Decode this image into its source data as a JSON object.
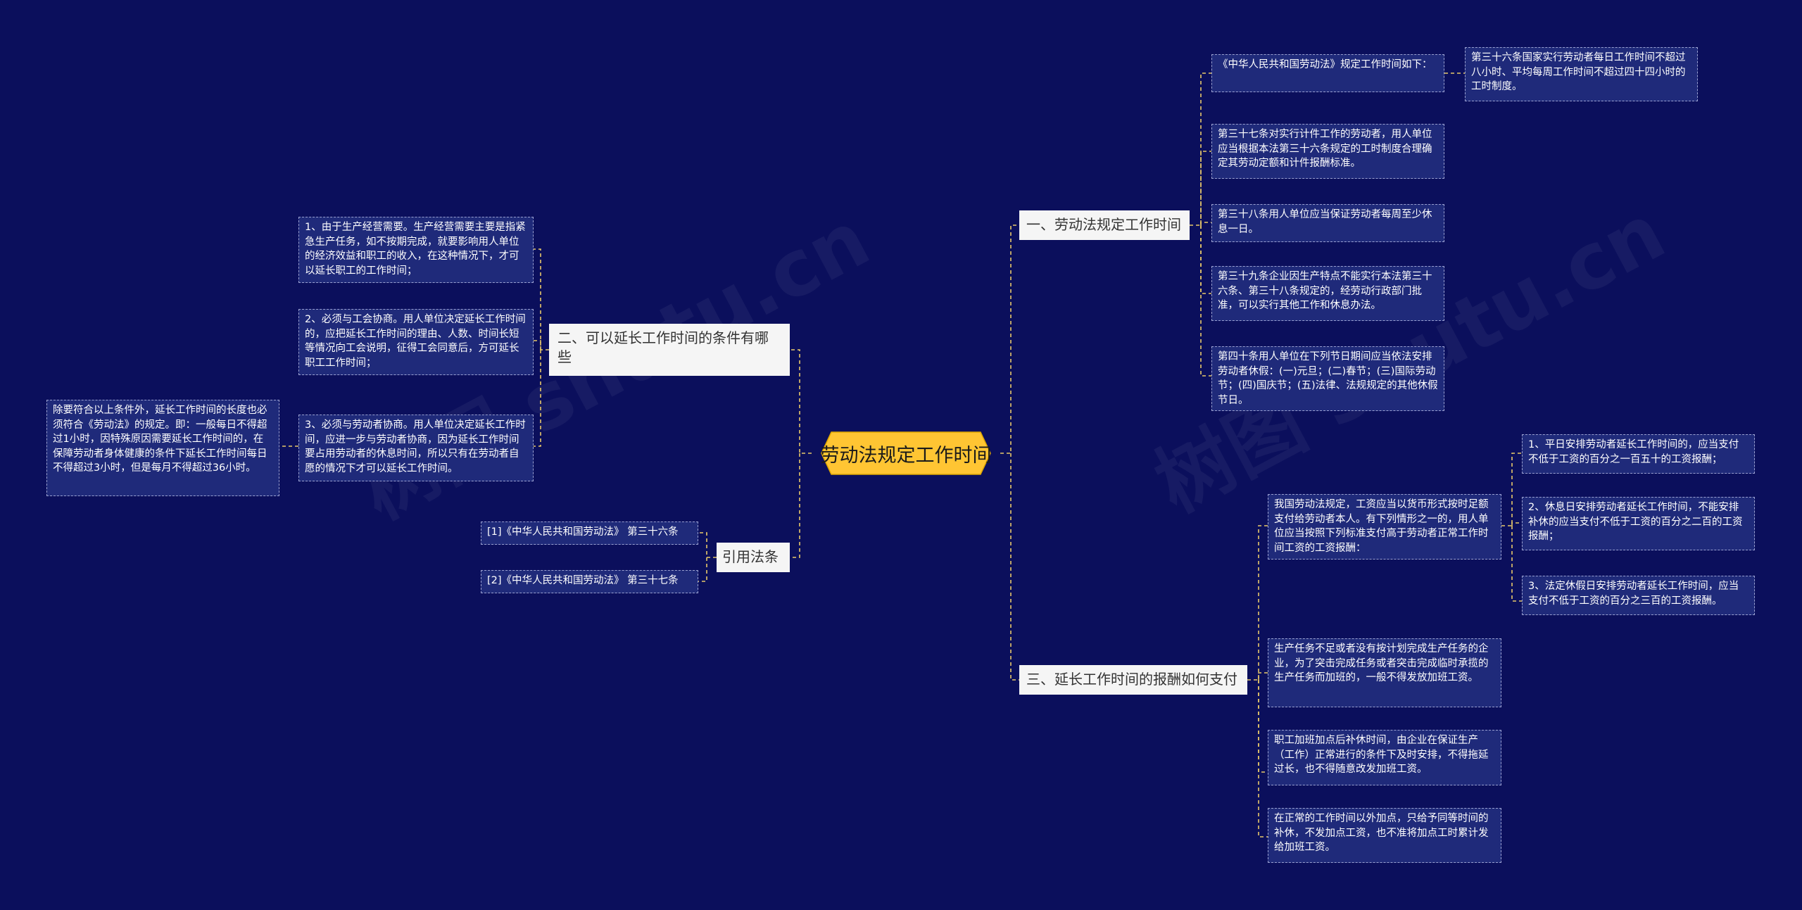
{
  "central": "劳动法规定工作时间",
  "branches": {
    "b1": "一、劳动法规定工作时间",
    "b2": "二、可以延长工作时间的条件有哪些",
    "b3": "三、延长工作时间的报酬如何支付",
    "b4": "引用法条"
  },
  "leaves": {
    "r1": "《中华人民共和国劳动法》规定工作时间如下：",
    "r1a": "第三十六条国家实行劳动者每日工作时间不超过八小时、平均每周工作时间不超过四十四小时的工时制度。",
    "r2": "第三十七条对实行计件工作的劳动者，用人单位应当根据本法第三十六条规定的工时制度合理确定其劳动定额和计件报酬标准。",
    "r3": "第三十八条用人单位应当保证劳动者每周至少休息一日。",
    "r4": "第三十九条企业因生产特点不能实行本法第三十六条、第三十八条规定的，经劳动行政部门批准，可以实行其他工作和休息办法。",
    "r5": "第四十条用人单位在下列节日期间应当依法安排劳动者休假：(一)元旦；(二)春节；(三)国际劳动节；(四)国庆节；(五)法律、法规规定的其他休假节日。",
    "l1": "1、由于生产经营需要。生产经营需要主要是指紧急生产任务，如不按期完成，就要影响用人单位的经济效益和职工的收入，在这种情况下，才可以延长职工的工作时间；",
    "l2": "2、必须与工会协商。用人单位决定延长工作时间的，应把延长工作时间的理由、人数、时间长短等情况向工会说明，征得工会同意后，方可延长职工工作时间；",
    "l3": "3、必须与劳动者协商。用人单位决定延长工作时间，应进一步与劳动者协商，因为延长工作时间要占用劳动者的休息时间，所以只有在劳动者自愿的情况下才可以延长工作时间。",
    "l3a": "除要符合以上条件外，延长工作时间的长度也必须符合《劳动法》的规定。即：一般每日不得超过1小时，因特殊原因需要延长工作时间的，在保障劳动者身体健康的条件下延长工作时间每日不得超过3小时，但是每月不得超过36小时。",
    "c1": "[1]《中华人民共和国劳动法》 第三十六条",
    "c2": "[2]《中华人民共和国劳动法》 第三十七条",
    "p1": "我国劳动法规定，工资应当以货币形式按时足额支付给劳动者本人。有下列情形之一的，用人单位应当按照下列标准支付高于劳动者正常工作时间工资的工资报酬：",
    "p1a": "1、平日安排劳动者延长工作时间的，应当支付不低于工资的百分之一百五十的工资报酬；",
    "p1b": "2、休息日安排劳动者延长工作时间，不能安排补休的应当支付不低于工资的百分之二百的工资报酬；",
    "p1c": "3、法定休假日安排劳动者延长工作时间，应当支付不低于工资的百分之三百的工资报酬。",
    "p2": "生产任务不足或者没有按计划完成生产任务的企业，为了突击完成任务或者突击完成临时承揽的生产任务而加班的，一般不得发放加班工资。",
    "p3": "职工加班加点后补休时间，由企业在保证生产（工作）正常进行的条件下及时安排，不得拖延过长，也不得随意改发加班工资。",
    "p4": "在正常的工作时间以外加点，只给予同等时间的补休，不发加点工资，也不准将加点工时累计发给加班工资。"
  },
  "watermarks": [
    "树图 shutu.cn",
    "树图 shutu.cn"
  ],
  "colors": {
    "background": "#0b0f5c",
    "central_fill": "#ffc533",
    "branch_fill": "#f5f5f5",
    "leaf_fill": "#1f2a7a",
    "connector": "#e8c86a"
  }
}
